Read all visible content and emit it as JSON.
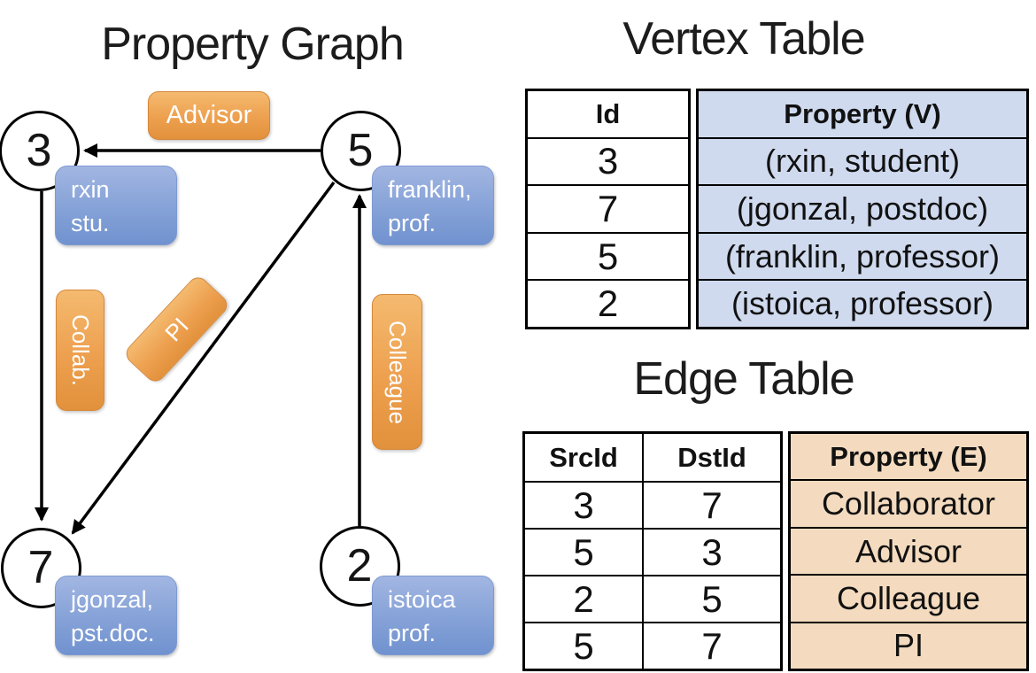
{
  "graph": {
    "title": "Property Graph",
    "nodes": [
      {
        "id": "3",
        "line1": "rxin",
        "line2": "stu."
      },
      {
        "id": "5",
        "line1": "franklin,",
        "line2": "prof."
      },
      {
        "id": "7",
        "line1": "jgonzal,",
        "line2": "pst.doc."
      },
      {
        "id": "2",
        "line1": "istoica",
        "line2": "prof."
      }
    ],
    "edges": [
      {
        "from": "5",
        "to": "3",
        "label": "Advisor"
      },
      {
        "from": "3",
        "to": "7",
        "label": "Collab."
      },
      {
        "from": "5",
        "to": "7",
        "label": "PI"
      },
      {
        "from": "2",
        "to": "5",
        "label": "Colleague"
      }
    ]
  },
  "vertex_table": {
    "title": "Vertex Table",
    "columns": [
      "Id",
      "Property (V)"
    ],
    "rows": [
      [
        "3",
        "(rxin, student)"
      ],
      [
        "7",
        "(jgonzal, postdoc)"
      ],
      [
        "5",
        "(franklin, professor)"
      ],
      [
        "2",
        "(istoica, professor)"
      ]
    ]
  },
  "edge_table": {
    "title": "Edge Table",
    "columns": [
      "SrcId",
      "DstId",
      "Property (E)"
    ],
    "rows": [
      [
        "3",
        "7",
        "Collaborator"
      ],
      [
        "5",
        "3",
        "Advisor"
      ],
      [
        "2",
        "5",
        "Colleague"
      ],
      [
        "5",
        "7",
        "PI"
      ]
    ]
  },
  "colors": {
    "edge_label_fill_top": "#f4ba6f",
    "edge_label_fill_bottom": "#e2913b",
    "edge_label_border": "#d4883b",
    "vertex_label_fill_top": "#a2b6e2",
    "vertex_label_fill_bottom": "#7092cf",
    "vertex_label_border": "#7e9ad2",
    "vertex_cell_bg": "#cfdaef",
    "edge_cell_bg": "#f4dbbf",
    "line_color": "#000000",
    "label_text": "#ffffff",
    "table_text": "#111111"
  }
}
